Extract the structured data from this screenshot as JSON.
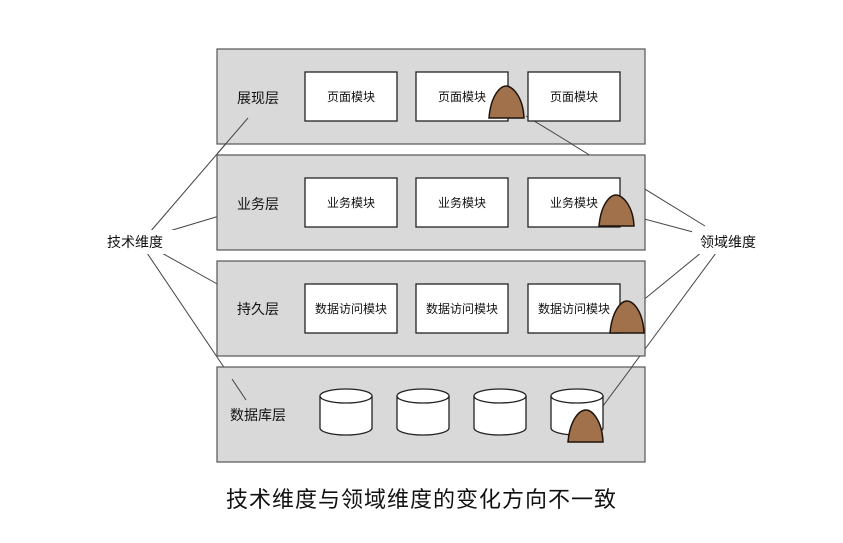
{
  "diagram": {
    "layers": [
      {
        "label": "展现层",
        "modules": [
          "页面模块",
          "页面模块",
          "页面模块"
        ]
      },
      {
        "label": "业务层",
        "modules": [
          "业务模块",
          "业务模块",
          "业务模块"
        ]
      },
      {
        "label": "持久层",
        "modules": [
          "数据访问模块",
          "数据访问模块",
          "数据访问模块"
        ]
      },
      {
        "label": "数据库层",
        "modules": []
      }
    ],
    "left_dimension": "技术维度",
    "right_dimension": "领域维度",
    "caption": "技术维度与领域维度的变化方向不一致"
  },
  "colors": {
    "layer_fill": "#d9d9d9",
    "layer_stroke": "#555555",
    "module_fill": "#ffffff",
    "module_stroke": "#222222",
    "domain_slice_fill": "#a0714a",
    "domain_slice_stroke": "#1e140c",
    "line": "#444444",
    "text": "#111111"
  }
}
